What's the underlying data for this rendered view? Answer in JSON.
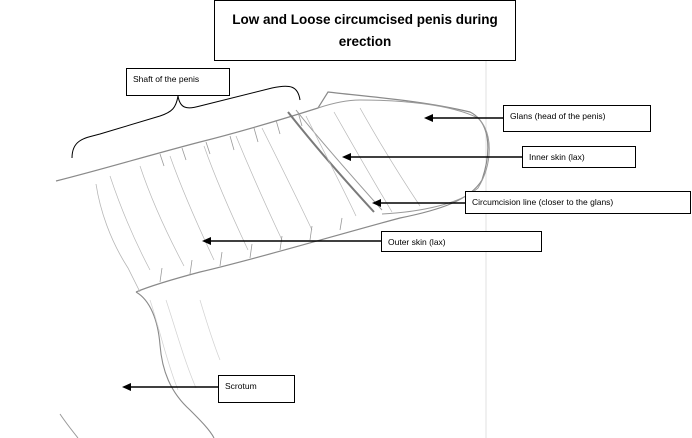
{
  "title": {
    "line1": "Low and Loose circumcised penis during",
    "line2": "erection"
  },
  "labels": {
    "shaft": "Shaft of the penis",
    "glans": "Glans (head of the penis)",
    "inner_skin": "Inner skin (lax)",
    "circumcision_line": "Circumcision line (closer to the glans)",
    "outer_skin": "Outer skin (lax)",
    "scrotum": "Scrotum"
  },
  "colors": {
    "sketch": "#8a8a8a",
    "shading": "#c8c8c8",
    "ink": "#000000"
  }
}
